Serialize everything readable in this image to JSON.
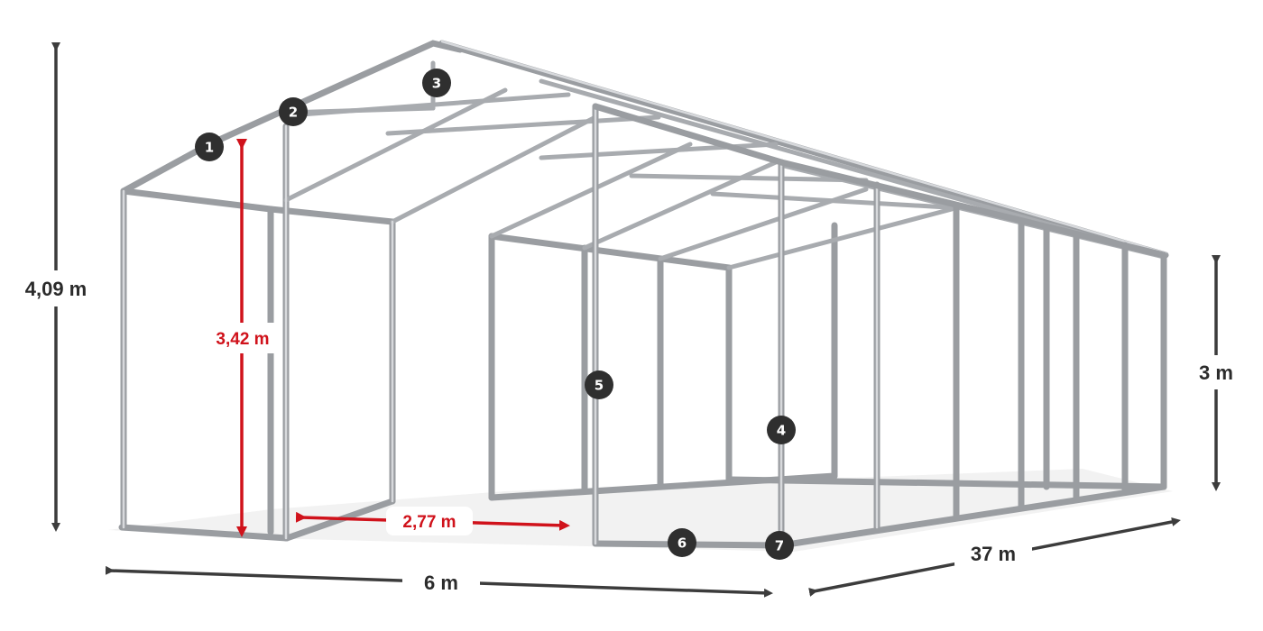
{
  "dimensions": {
    "total_height": "4,09 m",
    "side_height": "3,42 m",
    "wall_height": "3 m",
    "width": "6 m",
    "length": "37 m",
    "bay_spacing": "2,77 m"
  },
  "markers": [
    "1",
    "2",
    "3",
    "4",
    "5",
    "6",
    "7"
  ],
  "colors": {
    "frame": "#9a9da1",
    "dimension_dark": "#3c3c3c",
    "dimension_red": "#d0121b",
    "marker": "#2f2f2f"
  }
}
